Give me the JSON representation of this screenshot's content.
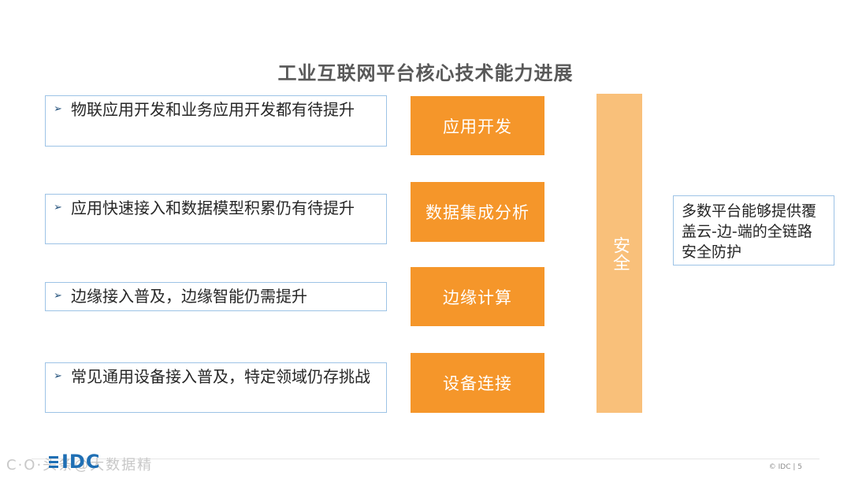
{
  "title": "工业互联网平台核心技术能力进展",
  "rows": [
    {
      "left_text": "物联应用开发和业务应用开发都有待提升",
      "box_label": "应用开发"
    },
    {
      "left_text": "应用快速接入和数据模型积累仍有待提升",
      "box_label": "数据集成分析"
    },
    {
      "left_text": "边缘接入普及，边缘智能仍需提升",
      "box_label": "边缘计算"
    },
    {
      "left_text": "常见通用设备接入普及，特定领域仍存挑战",
      "box_label": "设备连接"
    }
  ],
  "security_label": "安全",
  "right_note": "多数平台能够提供覆盖云-边-端的全链路安全防护",
  "footer": {
    "logo_text": "IDC",
    "watermark": "C·O·头条@大数据精",
    "copyright": "© IDC | 5"
  },
  "colors": {
    "orange": "#f5962a",
    "light_orange": "#f9c07a",
    "border_blue": "#9dc3e6",
    "logo_blue": "#1f6fb4"
  },
  "icons": {
    "bullet": "arrow-right-icon"
  }
}
